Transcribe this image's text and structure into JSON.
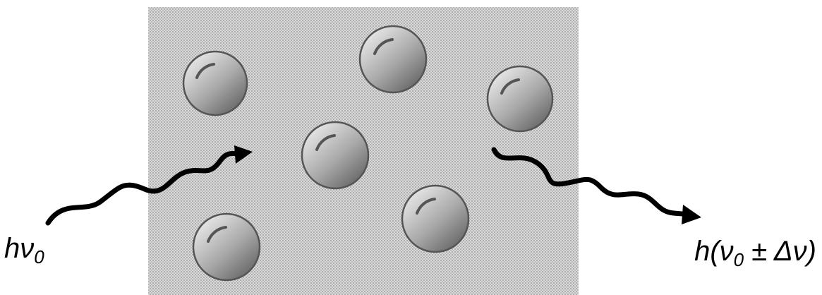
{
  "labels": {
    "incident_prefix": "hν",
    "incident_sub": "0",
    "scattered_prefix": "h(ν",
    "scattered_sub": "0",
    "scattered_suffix": " ± Δν)"
  },
  "colors": {
    "medium_fill": "#d9d9d9",
    "medium_dots": "#9a9a9a",
    "particle_light": "#e2e2e2",
    "particle_dark": "#6f6f6f",
    "particle_stroke": "#555555",
    "wave": "#000000"
  },
  "particles": [
    {
      "name": "particle-1"
    },
    {
      "name": "particle-2"
    },
    {
      "name": "particle-3"
    },
    {
      "name": "particle-4"
    },
    {
      "name": "particle-5"
    },
    {
      "name": "particle-6"
    }
  ]
}
